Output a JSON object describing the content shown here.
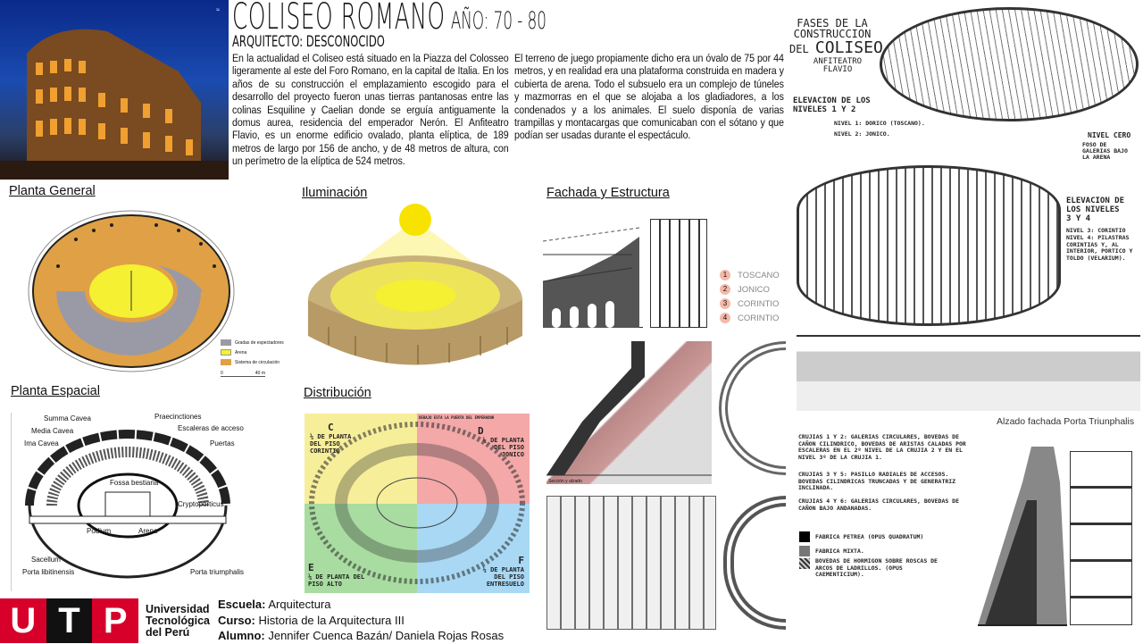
{
  "header": {
    "title": "COLISEO ROMANO",
    "year": "AÑO: 70 - 80",
    "architect": "ARQUITECTO: DESCONOCIDO"
  },
  "body": {
    "para1": "En la actualidad el Coliseo está situado en la Piazza del Colosseo ligeramente al este del Foro Romano, en la capital de Italia. En los años de su construcción el emplazamiento escogido para el desarrollo del proyecto fueron unas tierras pantanosas entre las colinas Esquiline y Caelian donde se erguía antiguamente la domus aurea, residencia del emperador Nerón. El Anfiteatro Flavio, es un enorme edificio ovalado, planta elíptica, de 189 metros de largo por 156 de ancho, y de 48 metros de altura, con un perímetro de la elíptica de 524 metros.",
    "para2": "El terreno de juego propiamente dicho era un óvalo de 75 por 44 metros, y en realidad era una plataforma construida en madera y cubierta de arena. Todo el subsuelo era un complejo de túneles y mazmorras en el que se alojaba a los gladiadores, a los condenados y a los animales. El suelo disponía de varias trampillas y montacargas que comunicaban con el sótano y que podían ser usadas durante el espectáculo."
  },
  "sections": {
    "planta_general": "Planta General",
    "iluminacion": "Iluminación",
    "fachada": "Fachada y Estructura",
    "planta_espacial": "Planta Espacial",
    "distribucion": "Distribución"
  },
  "planta_general": {
    "legend": [
      "Gradas de espectadores",
      "Arena",
      "Sistema de circulación"
    ],
    "legend_colors": [
      "#9a9aa6",
      "#f5f032",
      "#e0a045"
    ],
    "scale": [
      "0",
      "40 m"
    ]
  },
  "planta_espacial": {
    "labels": [
      "Summa Cavea",
      "Media Cavea",
      "Ima Cavea",
      "Praecinctiones",
      "Escaleras de acceso",
      "Puertas",
      "Fossa bestiaria",
      "Cryptoporticus",
      "Podium",
      "Arena",
      "Sacellum",
      "Porta libitinensis",
      "Porta triumphalis"
    ]
  },
  "distribucion": {
    "quadrants": [
      {
        "letter": "C",
        "text": "¼ DE PLANTA DEL PISO CORINTIO",
        "color": "#f7ee9a"
      },
      {
        "letter": "D",
        "text": "¼ DE PLANTA DEL PISO JONICO",
        "color": "#f4a8a8"
      },
      {
        "letter": "E",
        "text": "¼ DE PLANTA DEL PISO ALTO",
        "color": "#a8dca0"
      },
      {
        "letter": "F",
        "text": "¼ DE PLANTA DEL PISO ENTRESUELO",
        "color": "#a8d8f4"
      }
    ],
    "note": "DEBAJO ESTA LA PUERTA DEL EMPERADOR"
  },
  "fachada": {
    "orders": [
      {
        "n": "1",
        "name": "TOSCANO"
      },
      {
        "n": "2",
        "name": "JONICO"
      },
      {
        "n": "3",
        "name": "CORINTIO"
      },
      {
        "n": "4",
        "name": "CORINTIO"
      }
    ],
    "badge_color": "#f4b9a8",
    "section_caption": "Sección y alzado"
  },
  "fases": {
    "title1": "FASES DE LA CONSTRUCCION",
    "title2": "DEL",
    "title3": "COLISEO",
    "title4": "ANFITEATRO FLAVIO",
    "elev12": "ELEVACION DE LOS NIVELES 1 Y 2",
    "nivel1": "NIVEL 1: DORICO (TOSCANO).",
    "nivel2": "NIVEL 2: JONICO.",
    "cero": "NIVEL CERO",
    "cero_sub": "FOSO DE GALERIAS BAJO LA ARENA",
    "elev34": "ELEVACION DE LOS NIVELES 3 Y 4",
    "nivel3": "NIVEL 3: CORINTIO",
    "nivel4": "NIVEL 4: PILASTRAS CORINTIAS Y, AL INTERIOR, PORTICO Y TOLDO (VELARIUM).",
    "alzado": "Alzado fachada Porta Triunphalis"
  },
  "crujias": {
    "c12": "CRUJIAS 1 Y 2: GALERIAS CIRCULARES, BOVEDAS DE CAÑON CILINDRICO, BOVEDAS DE ARISTAS CALADAS POR ESCALERAS EN EL 2º NIVEL DE LA CRUJIA 2 Y EN EL NIVEL 3º DE LA CRUJIA 1.",
    "c35": "CRUJIAS 3 Y 5: PASILLO RADIALES DE ACCESOS. BOVEDAS CILINDRICAS TRUNCADAS Y DE GENERATRIZ INCLINADA.",
    "c46": "CRUJIAS 4 Y 6: GALERIAS CIRCULARES, BOVEDAS DE CAÑON BAJO ANDANADAS.",
    "legend": [
      "FABRICA PETREA (OPUS QUADRATUM)",
      "FABRICA MIXTA.",
      "BOVEDAS DE HORMIGON SOBRE ROSCAS DE ARCOS DE LADRILLOS. (OPUS CAEMENTICIUM)."
    ]
  },
  "footer": {
    "logo_letters": [
      "U",
      "T",
      "P"
    ],
    "logo_colors": [
      "#d6002a",
      "#111111",
      "#d6002a"
    ],
    "university": [
      "Universidad",
      "Tecnológica",
      "del Perú"
    ],
    "escuela_label": "Escuela:",
    "escuela": "Arquitectura",
    "curso_label": "Curso:",
    "curso": "Historia de la Arquitectura III",
    "alumno_label": "Alumno:",
    "alumno": "Jennifer Cuenca Bazán/ Daniela Rojas Rosas"
  }
}
